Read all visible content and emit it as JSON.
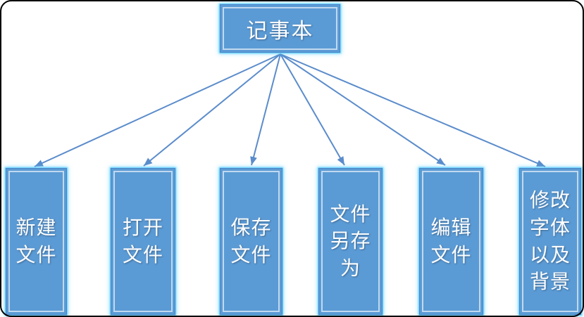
{
  "diagram": {
    "title_node": {
      "label": "记事本"
    },
    "children": [
      {
        "label": "新建文件"
      },
      {
        "label": "打开文件"
      },
      {
        "label": "保存文件"
      },
      {
        "label": "文件另存为"
      },
      {
        "label": "编辑文件"
      },
      {
        "label": "修改字体以及背景"
      }
    ],
    "colors": {
      "background": "#ffffff",
      "frame_border": "#000000",
      "box_fill": "#5b9bd5",
      "box_edge": "#4a86c8",
      "box_inner_border": "#e9f1f9",
      "glow": "#40c8ff",
      "arrow": "#5b8ccb",
      "text": "#ffffff"
    }
  }
}
